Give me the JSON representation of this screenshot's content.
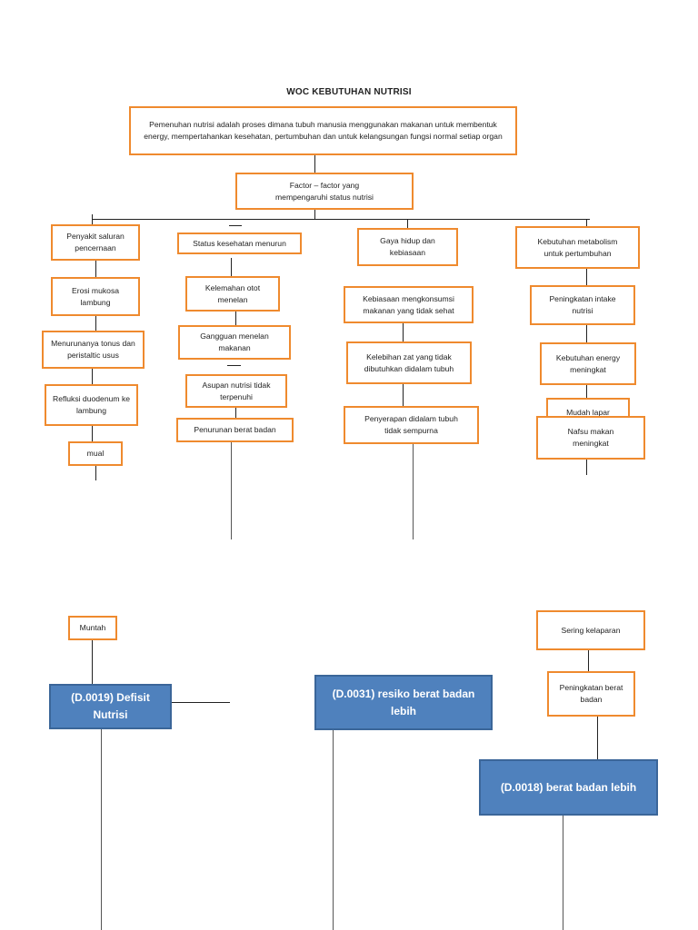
{
  "title": "WOC KEBUTUHAN NUTRISI",
  "definition": "Pemenuhan nutrisi adalah proses dimana tubuh manusia menggunakan makanan untuk membentuk energy, mempertahankan kesehatan, pertumbuhan dan untuk kelangsungan fungsi normal setiap organ",
  "factor": "Factor – factor yang mempengaruhi status nutrisi",
  "col1": {
    "head": "Penyakit saluran pencernaan",
    "items": [
      "Erosi mukosa lambung",
      "Menurunanya tonus dan peristaltic usus",
      "Refluksi duodenum ke lambung",
      "mual"
    ]
  },
  "col2": {
    "head": "Status kesehatan menurun",
    "items": [
      "Kelemahan otot menelan",
      "Gangguan menelan makanan",
      "Asupan nutrisi tidak terpenuhi",
      "Penurunan berat badan"
    ]
  },
  "col3": {
    "head": "Gaya hidup dan kebiasaan",
    "items": [
      "Kebiasaan mengkonsumsi makanan yang tidak sehat",
      "Kelebihan zat yang tidak dibutuhkan didalam tubuh",
      "Penyerapan didalam tubuh tidak sempurna"
    ]
  },
  "col4": {
    "head": "Kebutuhan metabolism untuk pertumbuhan",
    "items": [
      "Peningkatan intake nutrisi",
      "Kebutuhan energy meningkat",
      "Mudah lapar",
      "Nafsu makan meningkat"
    ]
  },
  "lower": {
    "muntah": "Muntah",
    "sering": "Sering kelaparan",
    "peningkatan_bb": "Peningkatan berat badan"
  },
  "diagnoses": {
    "d0019": "(D.0019) Defisit Nutrisi",
    "d0031": "(D.0031) resiko berat badan lebih",
    "d0018": "(D.0018) berat badan lebih"
  },
  "colors": {
    "box_border": "#ef8a2e",
    "diagnosis_fill": "#4f81bd"
  }
}
